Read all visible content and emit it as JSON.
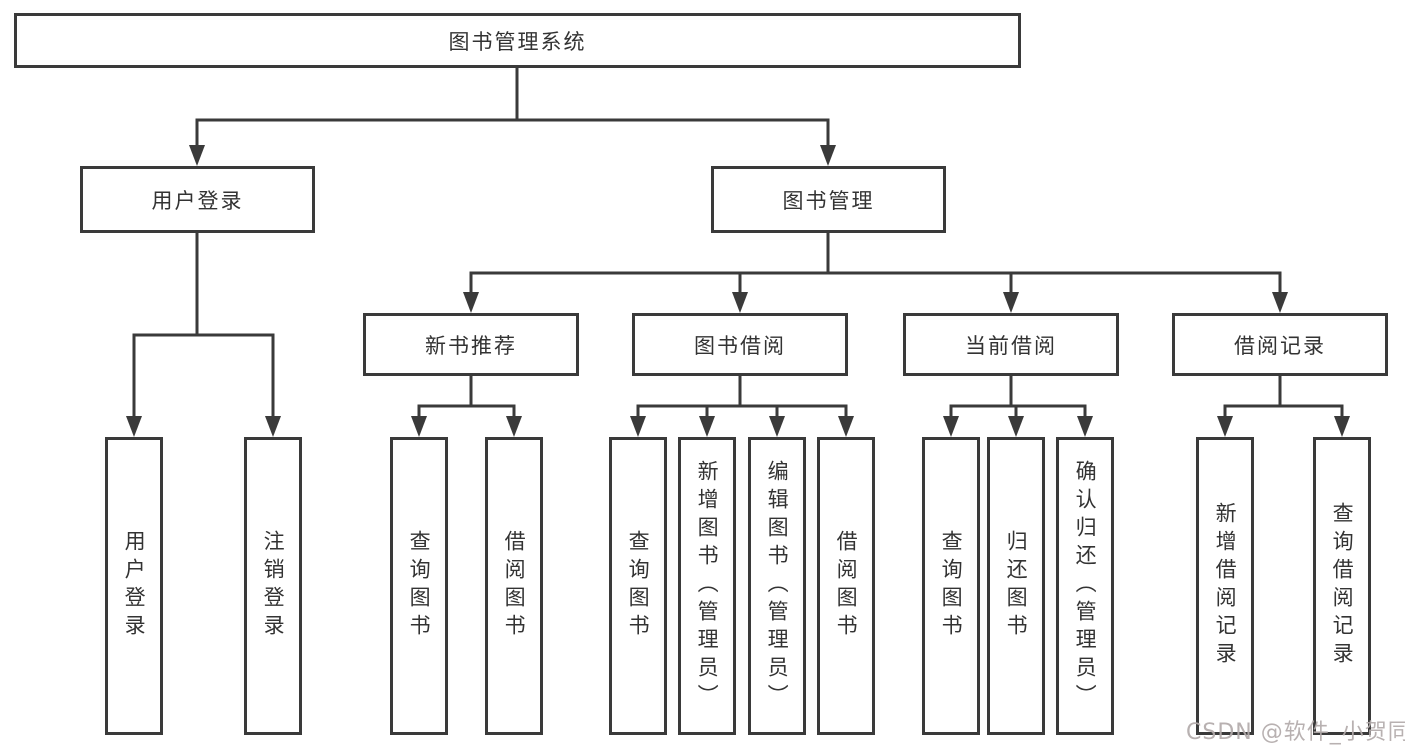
{
  "diagram_title": "图书管理系统",
  "watermark": "CSDN @软件_小贺同学",
  "colors": {
    "line": "#3a3a3a",
    "box_border": "#3a3a3a",
    "text": "#333333",
    "background": "#ffffff",
    "watermark": "#b3abab"
  },
  "tree": {
    "root": {
      "label": "图书管理系统"
    },
    "branches": [
      {
        "label": "用户登录",
        "children": [
          {
            "label": "用户登录"
          },
          {
            "label": "注销登录"
          }
        ]
      },
      {
        "label": "图书管理",
        "groups": [
          {
            "label": "新书推荐",
            "children": [
              {
                "label": "查询图书"
              },
              {
                "label": "借阅图书"
              }
            ]
          },
          {
            "label": "图书借阅",
            "children": [
              {
                "label": "查询图书"
              },
              {
                "label": "新增图书（管理员）"
              },
              {
                "label": "编辑图书（管理员）"
              },
              {
                "label": "借阅图书"
              }
            ]
          },
          {
            "label": "当前借阅",
            "children": [
              {
                "label": "查询图书"
              },
              {
                "label": "归还图书"
              },
              {
                "label": "确认归还（管理员）"
              }
            ]
          },
          {
            "label": "借阅记录",
            "children": [
              {
                "label": "新增借阅记录"
              },
              {
                "label": "查询借阅记录"
              }
            ]
          }
        ]
      }
    ]
  }
}
